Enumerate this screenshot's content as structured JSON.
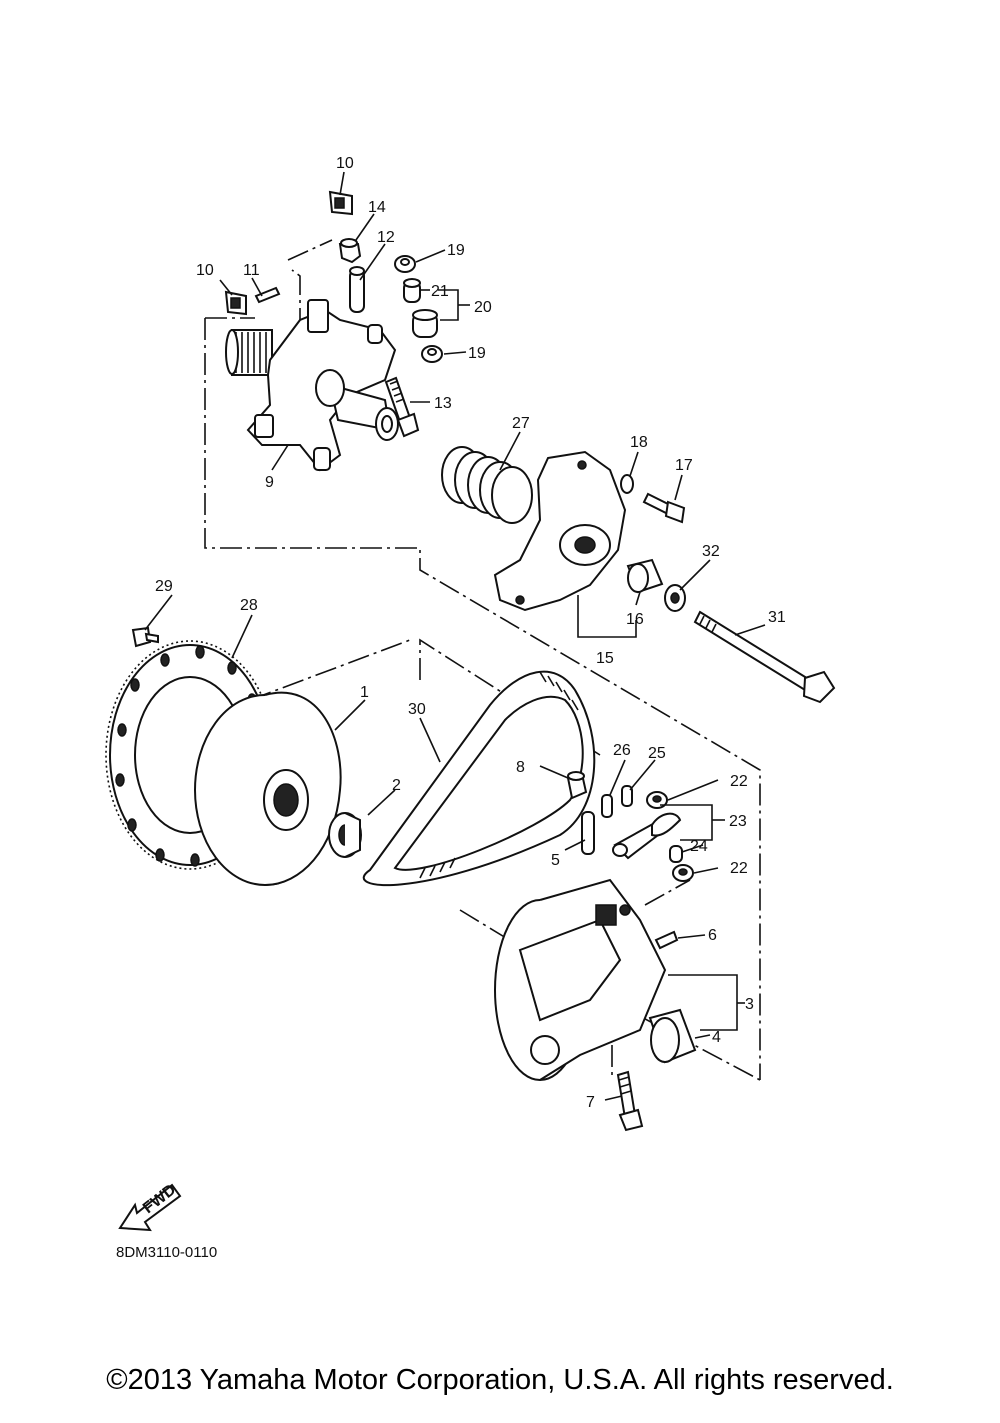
{
  "diagram": {
    "part_code": "8DM3110-0110",
    "fwd_label": "FWD",
    "copyright": "©2013 Yamaha Motor Corporation, U.S.A. All rights reserved.",
    "callouts": {
      "n1": "1",
      "n2": "2",
      "n3": "3",
      "n4": "4",
      "n5": "5",
      "n6": "6",
      "n7": "7",
      "n8": "8",
      "n9": "9",
      "n10a": "10",
      "n10b": "10",
      "n11": "11",
      "n12": "12",
      "n13": "13",
      "n14": "14",
      "n15": "15",
      "n16": "16",
      "n17": "17",
      "n18": "18",
      "n19a": "19",
      "n19b": "19",
      "n20": "20",
      "n21": "21",
      "n22a": "22",
      "n22b": "22",
      "n23": "23",
      "n24": "24",
      "n25": "25",
      "n26": "26",
      "n27": "27",
      "n28": "28",
      "n29": "29",
      "n30": "30",
      "n31": "31",
      "n32": "32"
    }
  }
}
